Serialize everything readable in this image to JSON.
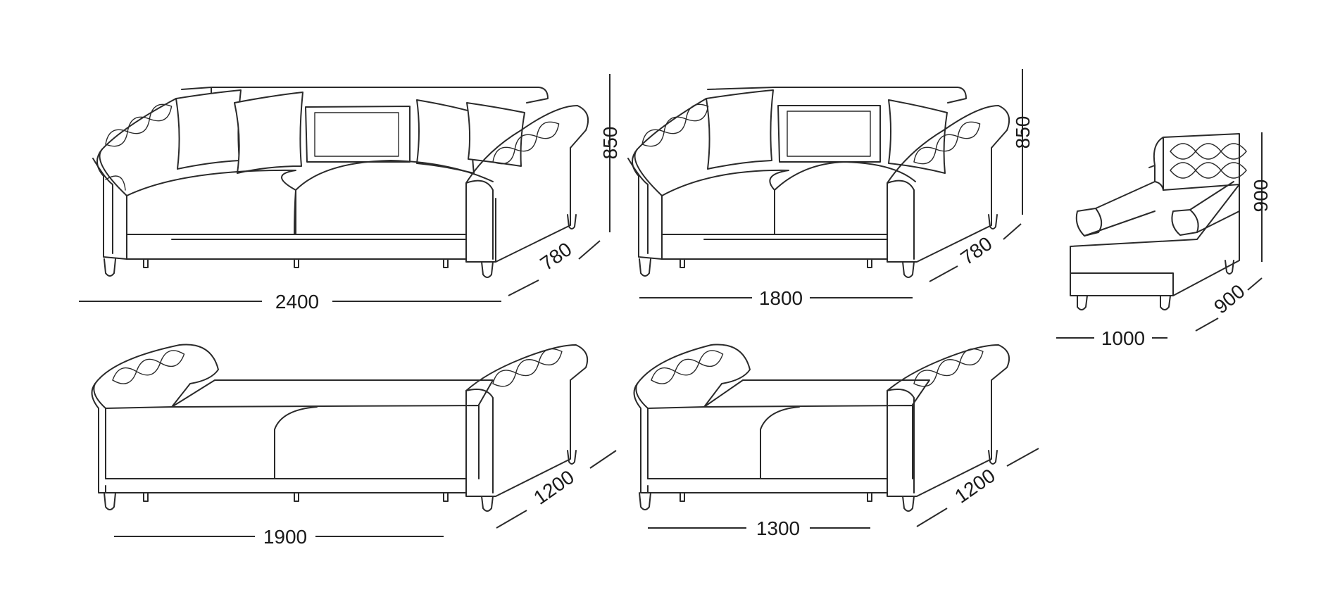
{
  "figures": [
    {
      "id": "sofa-3-seat",
      "state": "folded",
      "width": "2400",
      "depth": "780",
      "height": "850"
    },
    {
      "id": "sofa-2-seat",
      "state": "folded",
      "width": "1800",
      "depth": "780",
      "height": "850"
    },
    {
      "id": "armchair",
      "state": "standard",
      "width": "1000",
      "depth": "900",
      "height": "900"
    },
    {
      "id": "sofa-3-seat-bed",
      "state": "unfolded",
      "width": "1900",
      "depth": "1200"
    },
    {
      "id": "sofa-2-seat-bed",
      "state": "unfolded",
      "width": "1300",
      "depth": "1200"
    }
  ],
  "colors": {
    "line": "#2a2a2a",
    "background": "#ffffff"
  }
}
